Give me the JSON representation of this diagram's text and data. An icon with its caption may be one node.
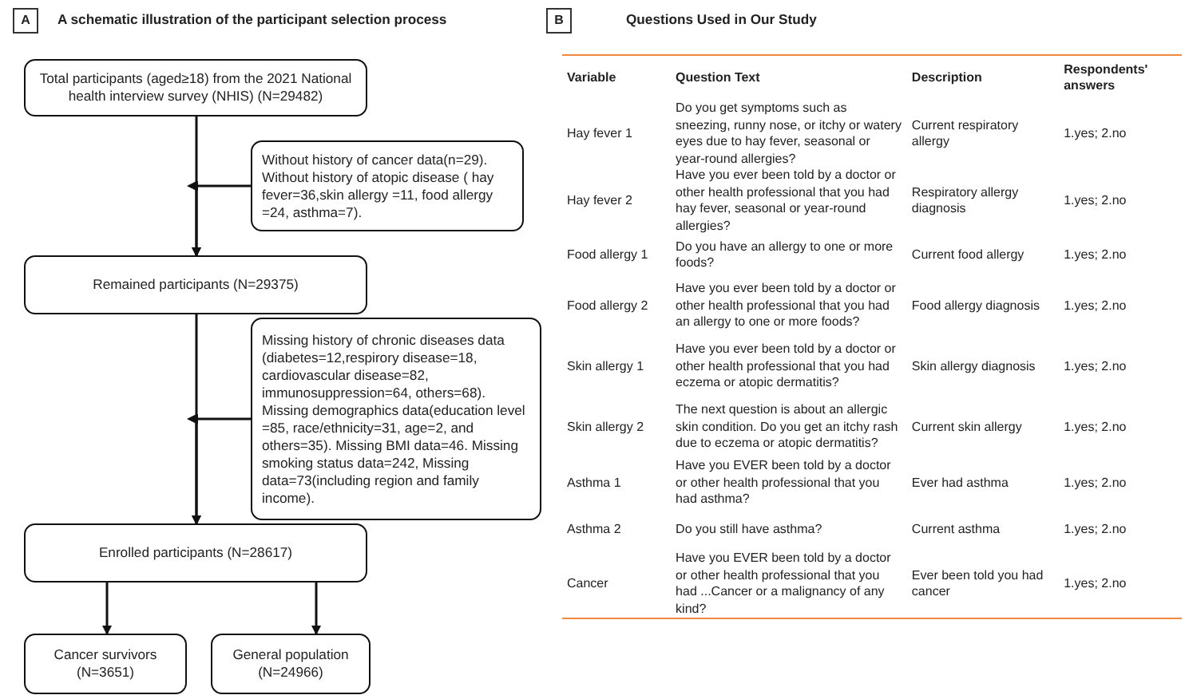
{
  "diagram": {
    "nodes": [
      {
        "text": [
          "Total participants (aged≥18) from the 2021 National health interview survey (NHIS) (N=29482)"
        ]
      },
      {
        "text": [
          "Without history of cancer data(n=29). Without history of atopic disease ( hay fever=36,skin allergy =11, food allergy =24, asthma=7)."
        ]
      },
      {
        "text": [
          "Remained participants (N=29375)"
        ]
      },
      {
        "text": [
          "Missing history of chronic diseases data (diabetes=12,respirory disease=18, cardiovascular disease=82, immunosuppression=64, others=68). Missing demographics data(education level =85, race/ethnicity=31, age=2, and others=35). Missing BMI data=46. Missing smoking status data=242, Missing data=73(including region and family income)."
        ]
      },
      {
        "text": [
          "Enrolled participants (N=28617)"
        ]
      },
      {
        "text": [
          "Cancer survivors (N=3651)"
        ]
      },
      {
        "text": [
          "General population (N=24966)"
        ]
      }
    ],
    "edges": [
      {
        "from": 0,
        "to": 2,
        "arrow": "to"
      },
      {
        "from": 1,
        "to": 2,
        "arrow": "to"
      },
      {
        "from": 2,
        "to": 4,
        "arrow": "to"
      },
      {
        "from": 3,
        "to": 4,
        "arrow": "to"
      },
      {
        "from": 4,
        "to": 5,
        "arrow": "to"
      },
      {
        "from": 4,
        "to": 6,
        "arrow": "to"
      }
    ],
    "labels": [
      "A",
      "A schematic illustration of the participant selection process",
      "B",
      "Questions Used in Our Study",
      "Variable",
      "Question Text",
      "Description",
      "Respondents' answers",
      "Hay fever 1",
      "Do you get symptoms such as sneezing, runny nose, or itchy or watery eyes due to hay fever, seasonal or year-round allergies?",
      "Current respiratory allergy",
      "1.yes; 2.no",
      "Hay fever 2",
      "Have you ever been told by a doctor or other health professional that you had hay fever, seasonal or year-round allergies?",
      "Respiratory allergy diagnosis",
      "1.yes; 2.no",
      "Food allergy 1",
      "Do you have an allergy to one or more foods?",
      "Current food allergy",
      "1.yes; 2.no",
      "Food allergy 2",
      "Have you ever been told by a doctor or other health professional that you had an allergy to one or more foods?",
      "Food allergy diagnosis",
      "1.yes; 2.no",
      "Skin allergy 1",
      "Have you ever been told by a doctor or other health professional that you had eczema or atopic dermatitis?",
      "Skin allergy diagnosis",
      "1.yes; 2.no",
      "Skin allergy 2",
      "The next question is about an allergic skin condition. Do you get an itchy rash due to eczema or atopic dermatitis?",
      "Current skin allergy",
      "1.yes; 2.no",
      "Asthma 1",
      "Have you EVER been told by a doctor or other health professional that you had asthma?",
      "Ever had asthma",
      "1.yes; 2.no",
      "Asthma 2",
      "Do you still have asthma?",
      "Current asthma",
      "1.yes; 2.no",
      "Cancer",
      "Have you EVER been told by a doctor or other health professional that you had ...Cancer or a malignancy of any kind?",
      "Ever been told you had cancer",
      "1.yes; 2.no"
    ]
  }
}
